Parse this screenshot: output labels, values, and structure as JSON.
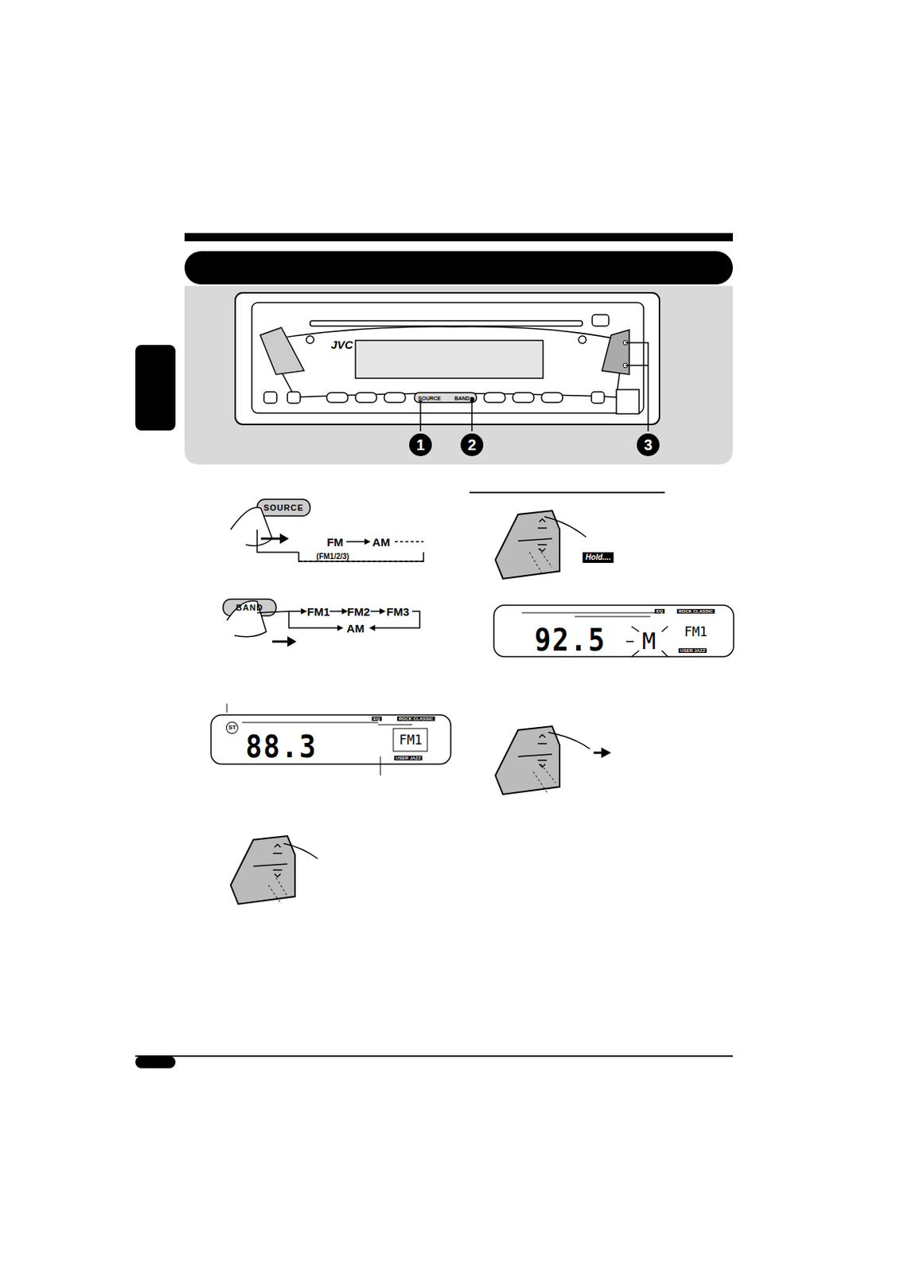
{
  "diagram": {
    "labels": [
      "SOURCE",
      "BAND",
      "JVC",
      "1",
      "2",
      "3",
      "SOURCE",
      "FM",
      "AM",
      "(FM1/2/3)",
      "BAND",
      "FM1",
      "FM2",
      "FM3",
      "AM",
      "ST",
      "88.3",
      "FM1",
      "EQ",
      "ROCK CLASSIC",
      "USER JAZZ",
      "Hold....",
      "92.5",
      "M",
      "FM1",
      "EQ",
      "ROCK CLASSIC",
      "USER JAZZ"
    ]
  }
}
